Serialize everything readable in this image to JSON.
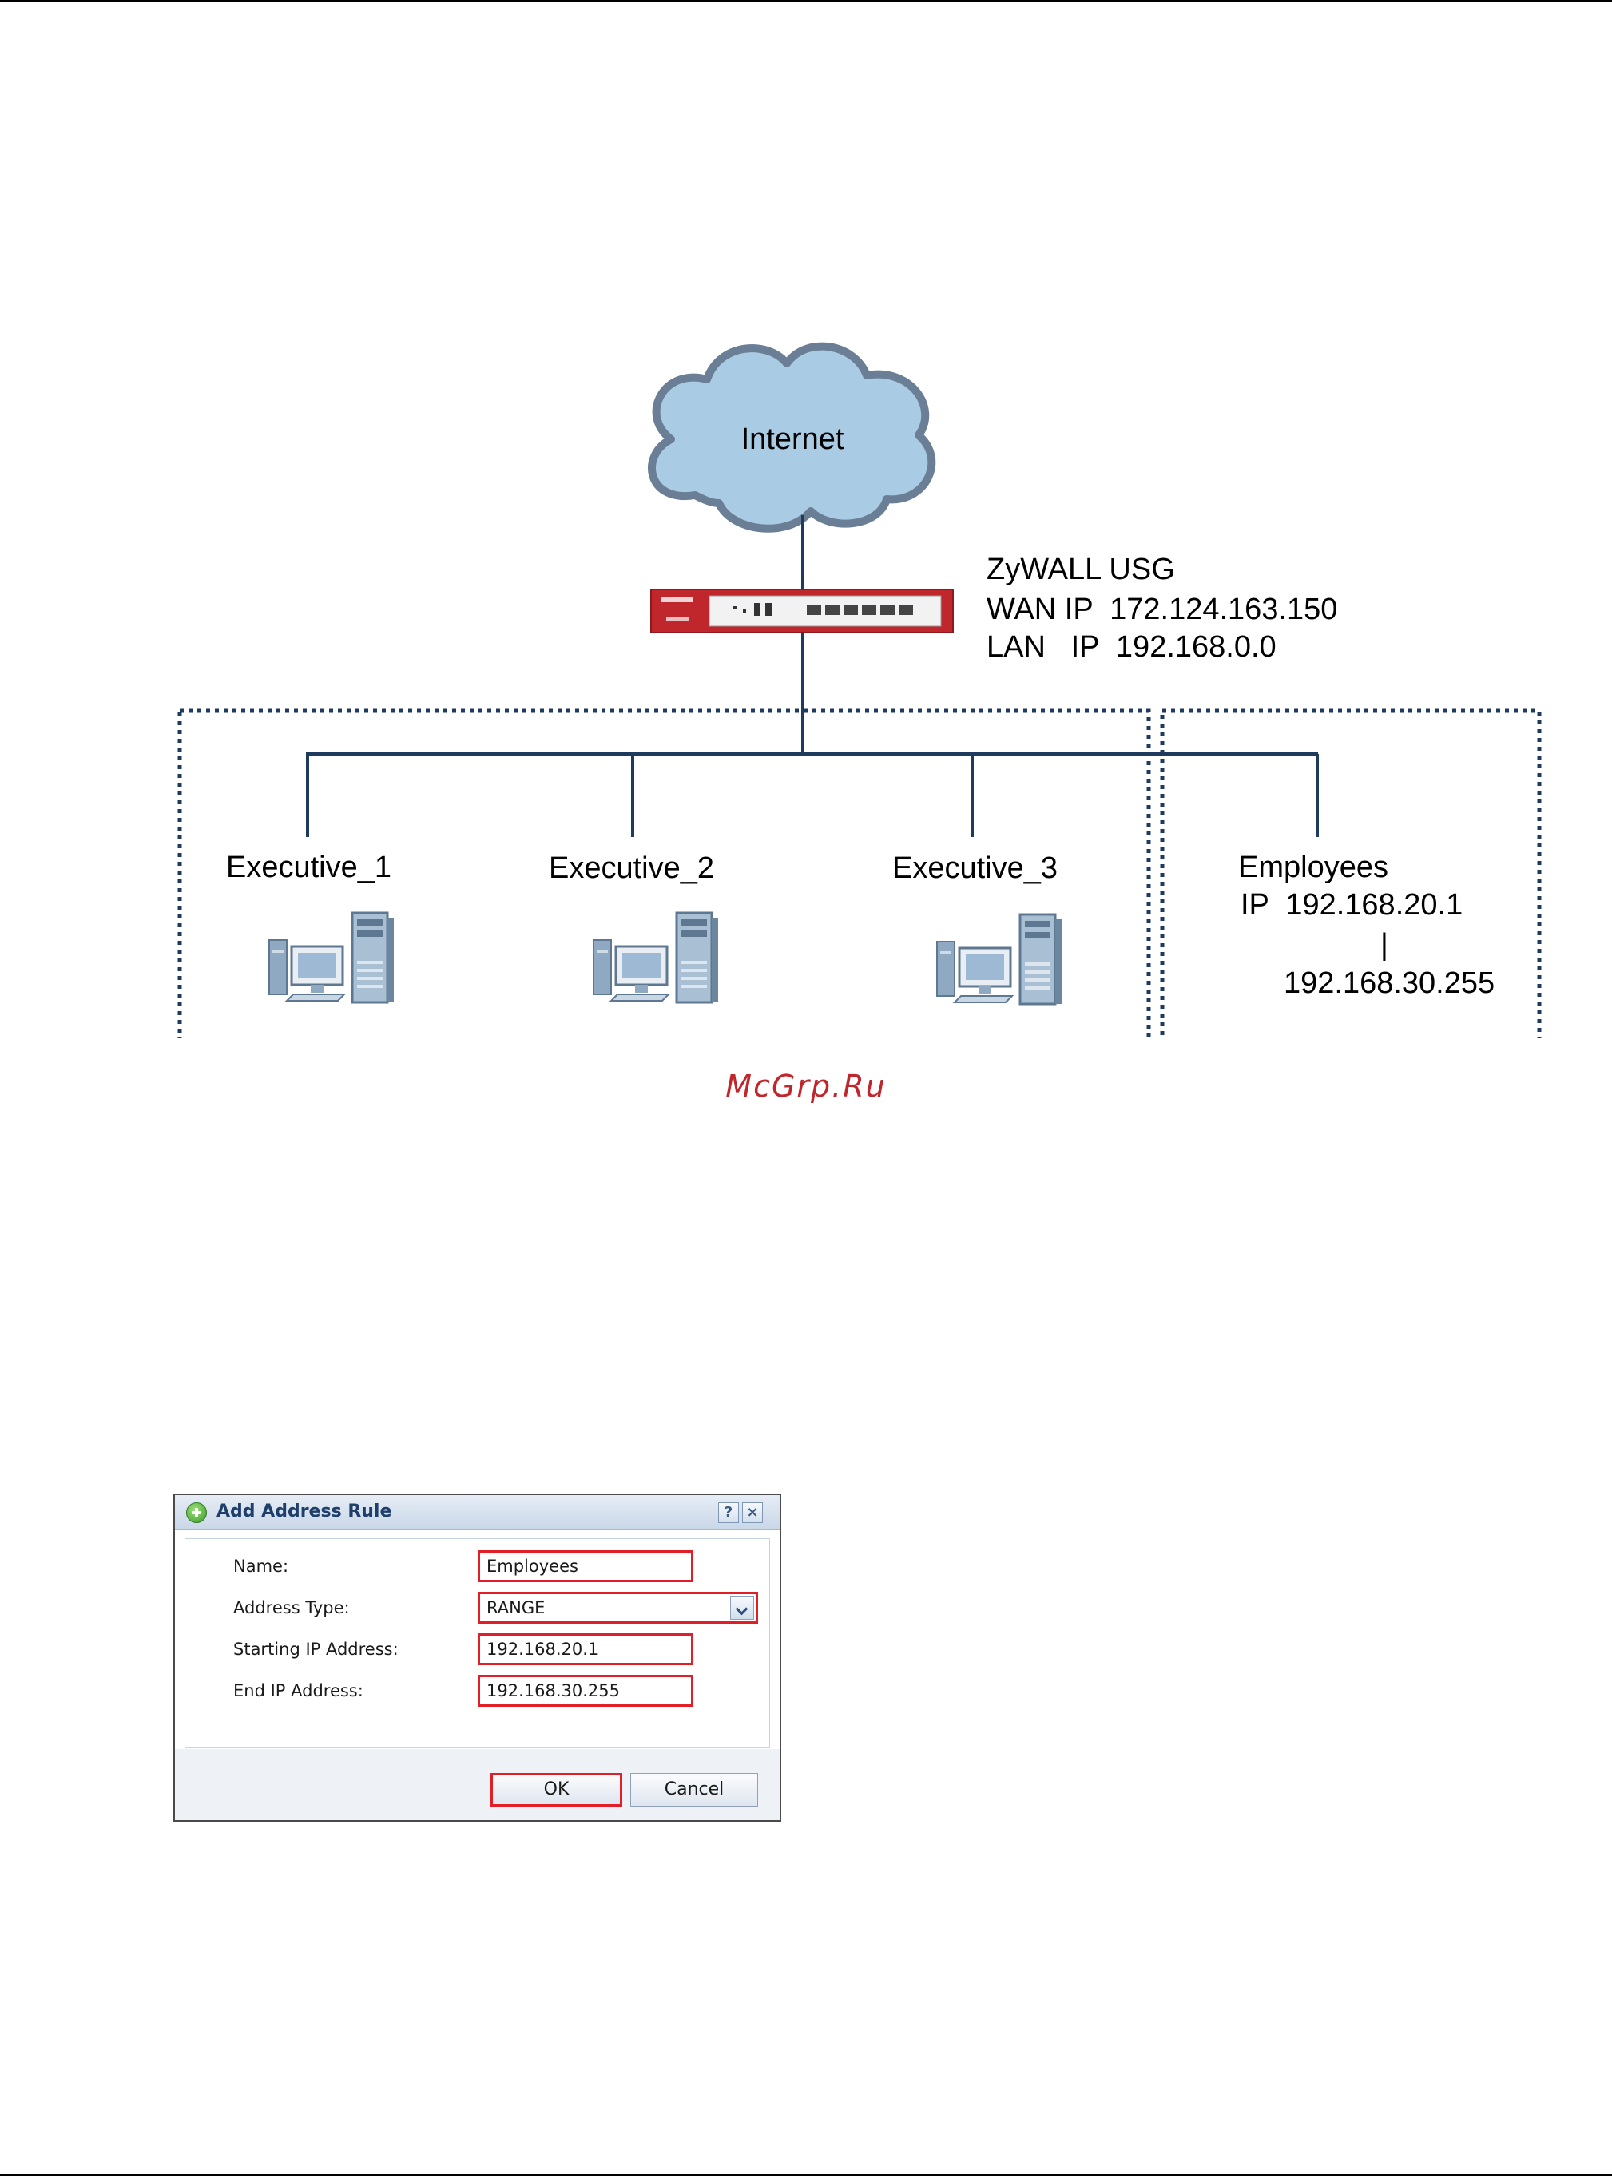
{
  "diagram": {
    "cloud_label": "Internet",
    "device": {
      "name": "ZyWALL USG",
      "wan": "WAN IP  172.124.163.150",
      "lan": "LAN   IP  192.168.0.0"
    },
    "nodes": [
      {
        "label": "Executive_1"
      },
      {
        "label": "Executive_2"
      },
      {
        "label": "Executive_3"
      }
    ],
    "employees": {
      "label": "Employees",
      "ip_start": "IP  192.168.20.1",
      "separator": "|",
      "ip_end": "192.168.30.255"
    }
  },
  "watermark": "McGrp.Ru",
  "dialog": {
    "title": "Add Address Rule",
    "help": "?",
    "close": "×",
    "fields": [
      {
        "label": "Name:",
        "value": "Employees"
      },
      {
        "label": "Address Type:",
        "value": "RANGE"
      },
      {
        "label": "Starting IP Address:",
        "value": "192.168.20.1"
      },
      {
        "label": "End IP Address:",
        "value": "192.168.30.255"
      }
    ],
    "ok_label": "OK",
    "cancel_label": "Cancel"
  },
  "colors": {
    "router_body": "#c0272d",
    "network_line": "#1f3a5f",
    "highlight": "#e21e26",
    "dotted_box": "#1f3a5f"
  }
}
